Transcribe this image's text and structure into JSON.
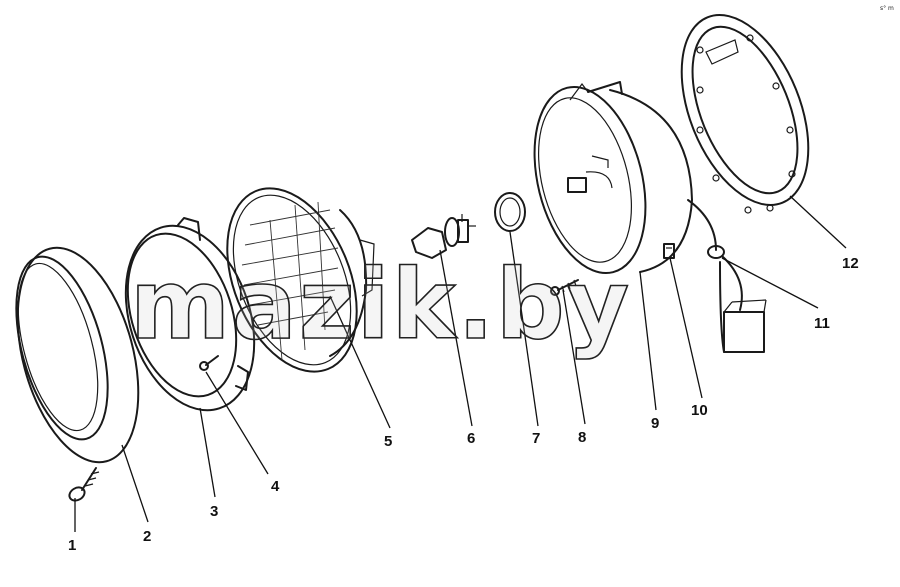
{
  "callouts": [
    {
      "id": "1",
      "label": "1"
    },
    {
      "id": "2",
      "label": "2"
    },
    {
      "id": "3",
      "label": "3"
    },
    {
      "id": "4",
      "label": "4"
    },
    {
      "id": "5",
      "label": "5"
    },
    {
      "id": "6",
      "label": "6"
    },
    {
      "id": "7",
      "label": "7"
    },
    {
      "id": "8",
      "label": "8"
    },
    {
      "id": "9",
      "label": "9"
    },
    {
      "id": "10",
      "label": "10"
    },
    {
      "id": "11",
      "label": "11"
    },
    {
      "id": "12",
      "label": "12"
    }
  ],
  "watermark": {
    "text": "mazik.by"
  },
  "corner_mark": {
    "text": "s° m"
  }
}
